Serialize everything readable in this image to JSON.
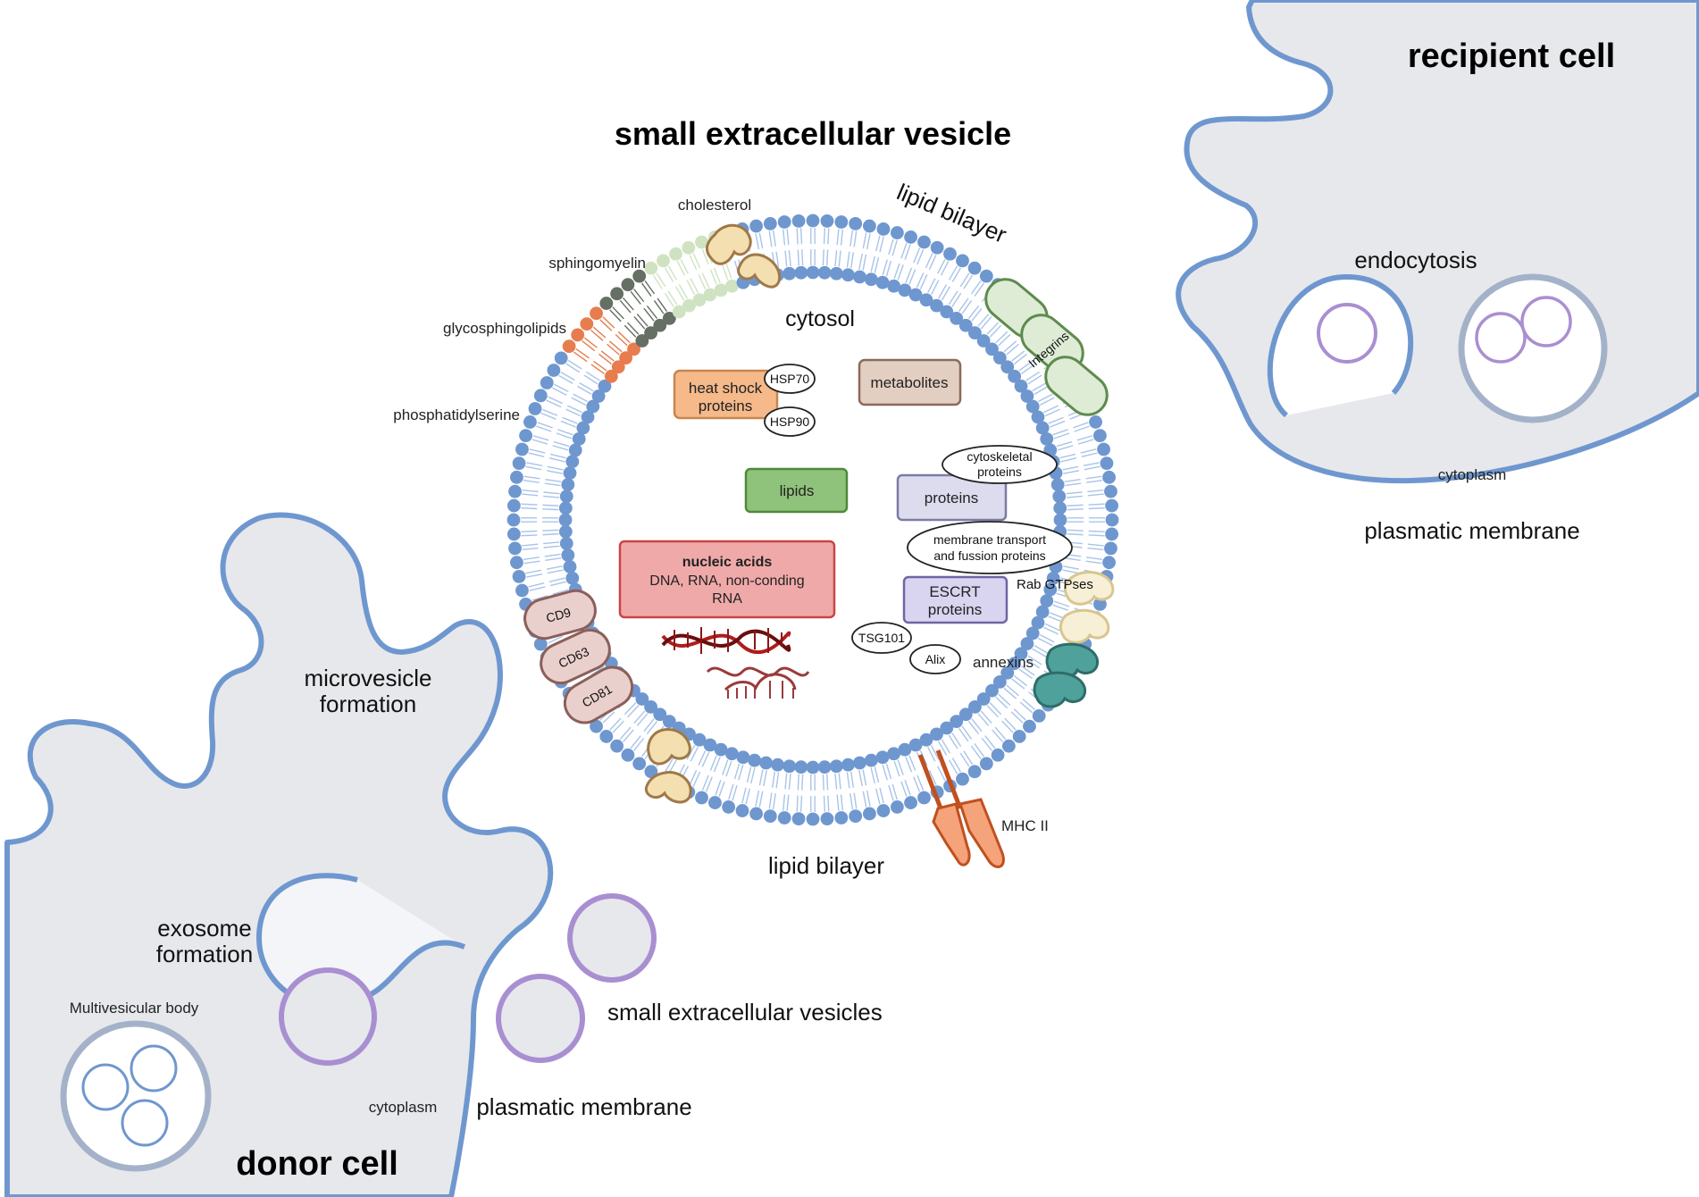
{
  "titles": {
    "vesicle": "small extracellular vesicle",
    "recipient": "recipient cell",
    "donor": "donor cell"
  },
  "recipient": {
    "endocytosis": "endocytosis",
    "cytoplasm": "cytoplasm",
    "membrane": "plasmatic membrane"
  },
  "donor": {
    "microvesicle_line1": "microvesicle",
    "microvesicle_line2": "formation",
    "exosome_line1": "exosome",
    "exosome_line2": "formation",
    "mvb": "Multivesicular body",
    "cytoplasm": "cytoplasm",
    "membrane": "plasmatic membrane",
    "sev": "small extracellular vesicles"
  },
  "membrane_labels": {
    "bilayer_top": "lipid bilayer",
    "bilayer_bottom": "lipid bilayer",
    "cholesterol": "cholesterol",
    "sphingomyelin": "sphingomyelin",
    "glycosphingolipids": "glycosphingolipids",
    "phosphatidylserine": "phosphatidylserine",
    "integrins": "Integrins",
    "rab": "Rab GTPses",
    "annexins": "annexins",
    "mhc": "MHC II",
    "cd9": "CD9",
    "cd63": "CD63",
    "cd81": "CD81"
  },
  "cargo": {
    "cytosol": "cytosol",
    "hsp_line1": "heat shock",
    "hsp_line2": "proteins",
    "hsp70": "HSP70",
    "hsp90": "HSP90",
    "metabolites": "metabolites",
    "lipids": "lipids",
    "proteins": "proteins",
    "cyto_line1": "cytoskeletal",
    "cyto_line2": "proteins",
    "membrane_line1": "membrane transport",
    "membrane_line2": "and fussion proteins",
    "escrt_line1": "ESCRT",
    "escrt_line2": "proteins",
    "tsg101": "TSG101",
    "alix": "Alix",
    "nucleic_title": "nucleic acids",
    "nucleic_line2": "DNA, RNA, non-conding",
    "nucleic_line3": "RNA"
  },
  "colors": {
    "membrane_blue": "#6f97cf",
    "cell_fill": "#e7e8ec",
    "vesicle_purple": "#a98fd1",
    "hsp_orange": "#f5b98a",
    "metabolites_tan": "#e3cfc2",
    "lipids_green": "#8fc27a",
    "proteins_lavender": "#dcdcee",
    "nucleic_red": "#f0a9a9",
    "cd_pink": "#ead0cd",
    "integrin_green": "#deecd6",
    "annexin_teal": "#4fa19b",
    "cholesterol_tan": "#f3dfaf"
  }
}
